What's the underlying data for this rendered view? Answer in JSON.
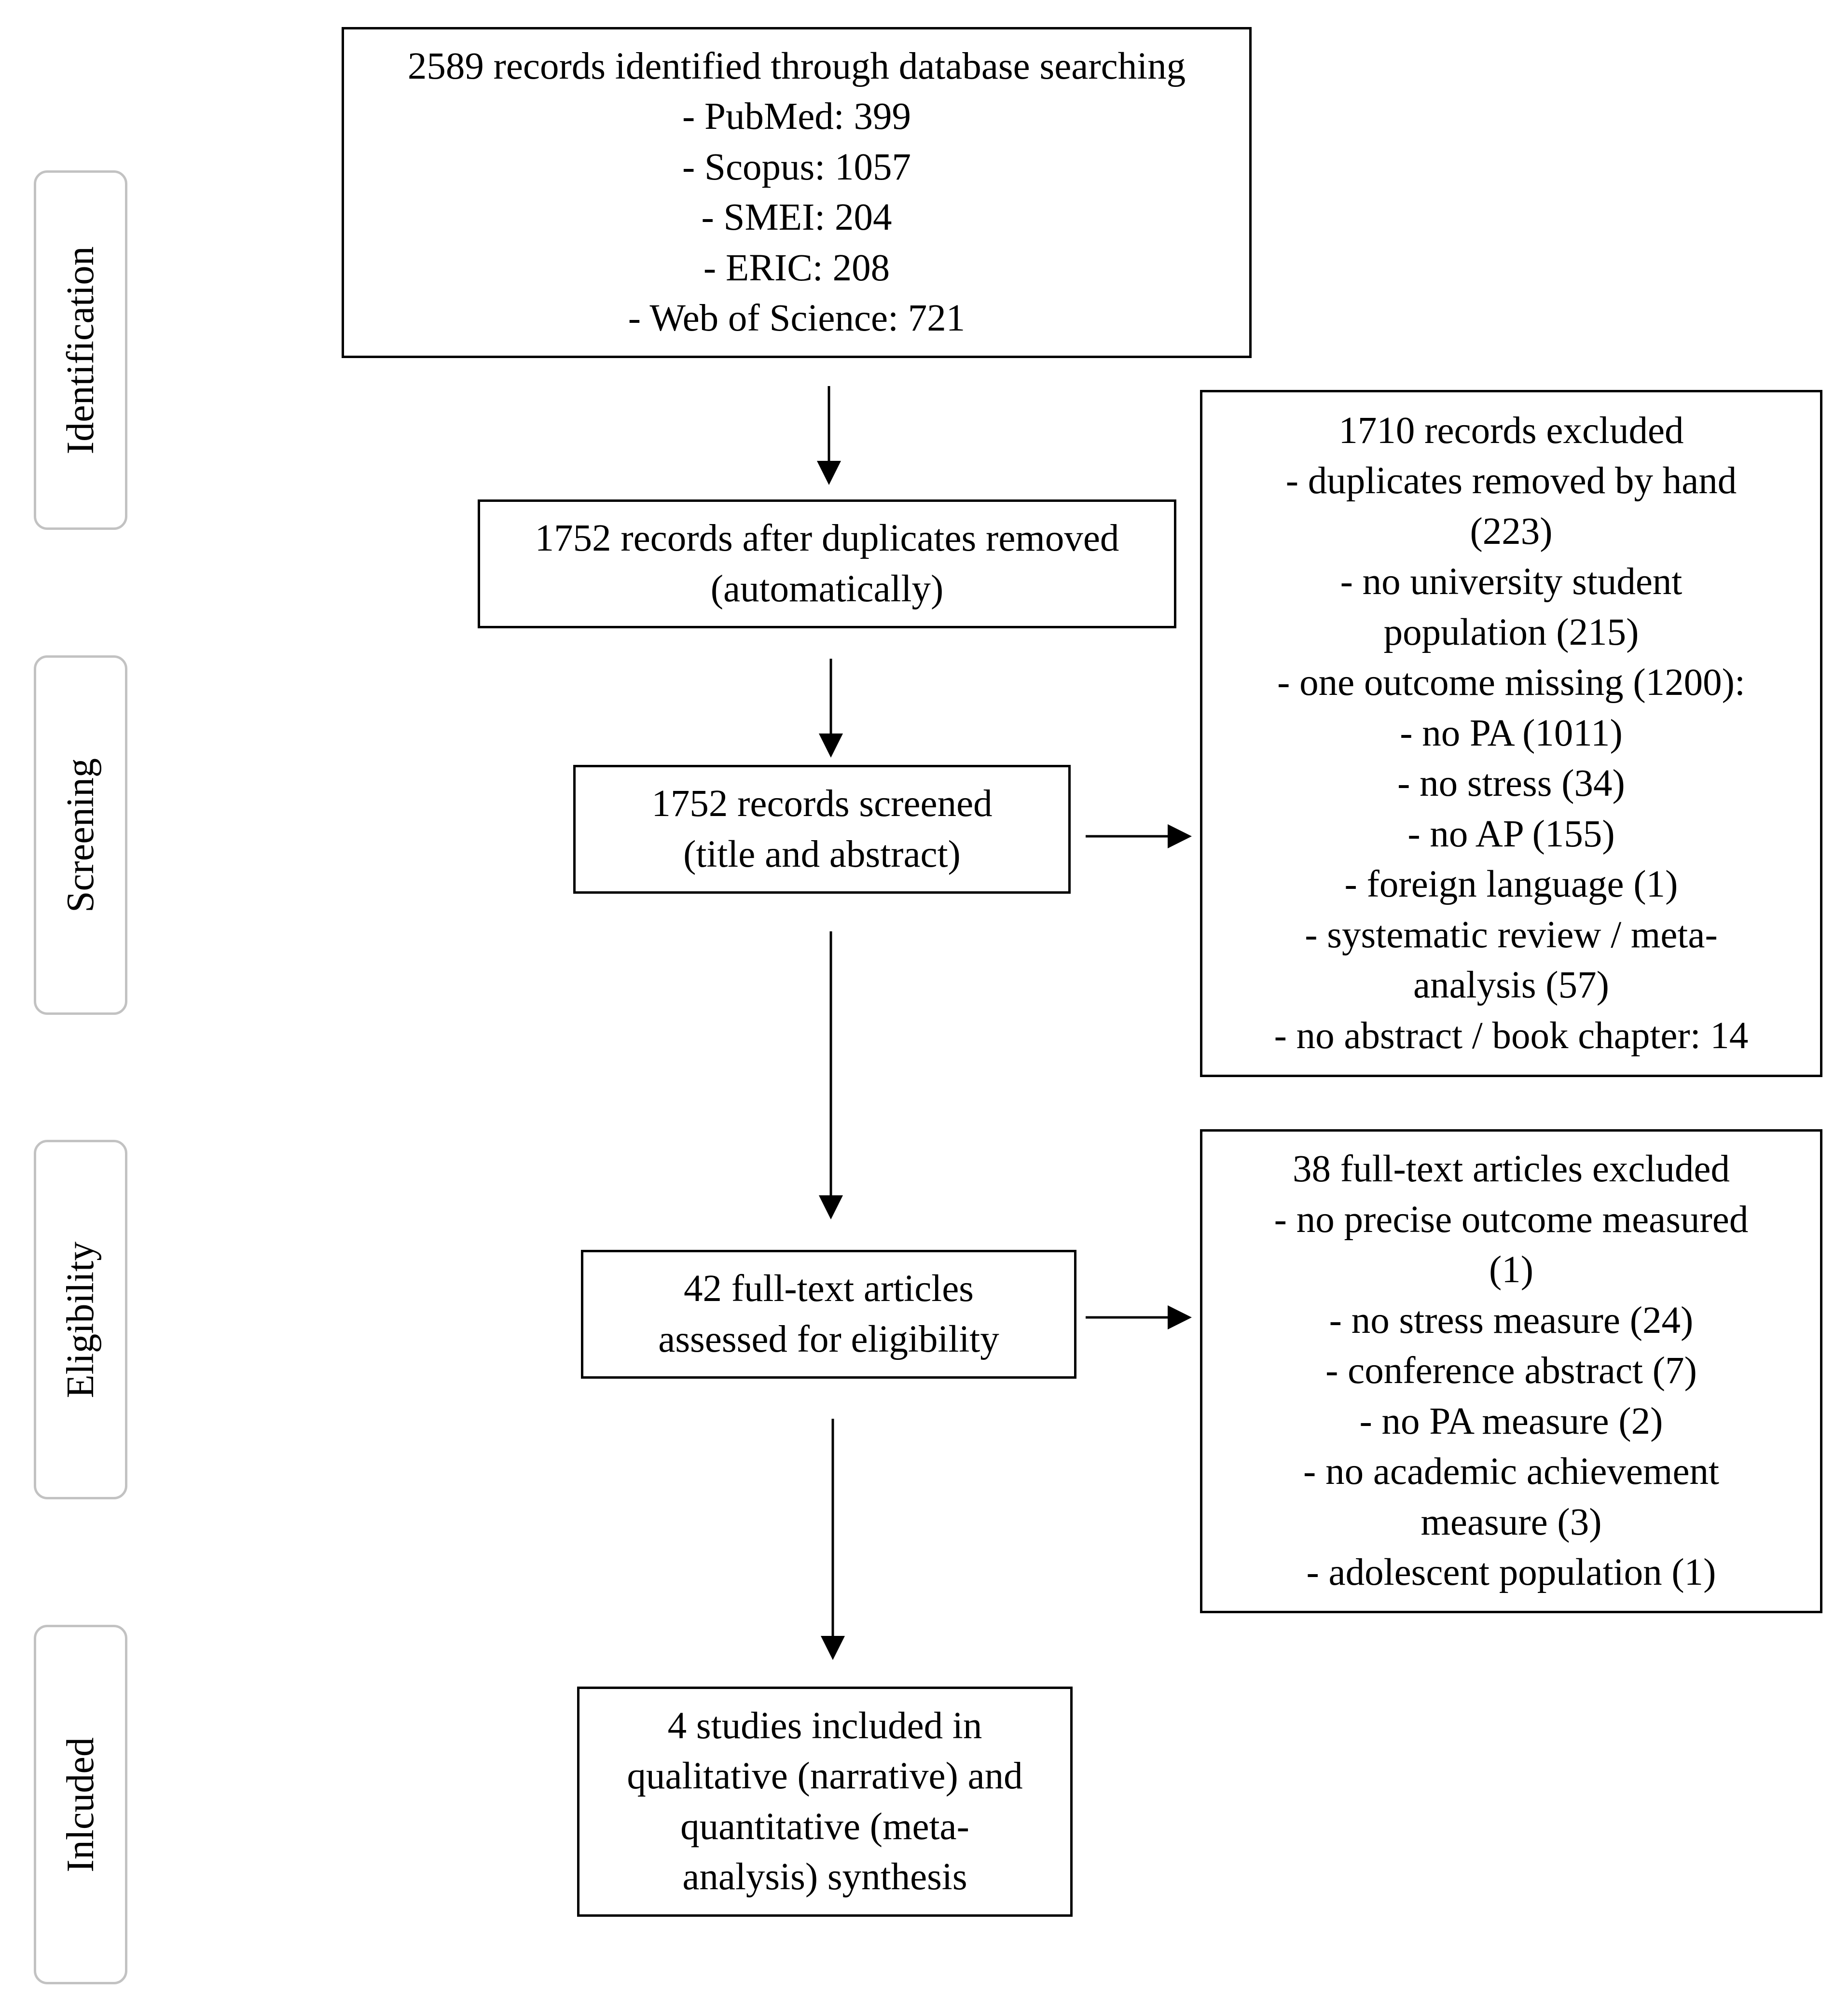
{
  "phases": {
    "identification": "Identification",
    "screening": "Screening",
    "eligibility": "Eligibility",
    "included": "Inlcuded"
  },
  "boxes": {
    "identified": {
      "lines": [
        "2589 records identified through database searching",
        "-   PubMed: 399",
        "-   Scopus: 1057",
        "-   SMEI: 204",
        "-   ERIC: 208",
        "-   Web of Science: 721"
      ]
    },
    "after_duplicates": {
      "lines": [
        "1752 records after duplicates removed",
        "(automatically)"
      ]
    },
    "screened": {
      "lines": [
        "1752 records screened",
        "(title and abstract)"
      ]
    },
    "excluded_records": {
      "lines": [
        "1710 records excluded",
        "-   duplicates removed by hand",
        "(223)",
        "-   no university student",
        "population (215)",
        "-   one outcome missing (1200):",
        "-   no PA (1011)",
        "-   no stress (34)",
        "- no AP (155)",
        "-   foreign language (1)",
        "-   systematic review / meta-",
        "analysis (57)",
        "-   no abstract / book chapter: 14"
      ]
    },
    "full_text_assessed": {
      "lines": [
        "42 full-text articles",
        "assessed for eligibility"
      ]
    },
    "excluded_full_text": {
      "lines": [
        "38 full-text articles excluded",
        "- no precise outcome measured",
        "(1)",
        "-   no stress measure (24)",
        "-   conference abstract (7)",
        "-   no PA measure (2)",
        "-   no academic achievement",
        "measure (3)",
        "-   adolescent population (1)"
      ]
    },
    "included_studies": {
      "lines": [
        "4 studies included in",
        "qualitative (narrative) and",
        "quantitative (meta-",
        "analysis) synthesis"
      ]
    }
  },
  "colors": {
    "stroke": "#000000",
    "phase_border": "#c2c2c2",
    "background": "#ffffff"
  }
}
